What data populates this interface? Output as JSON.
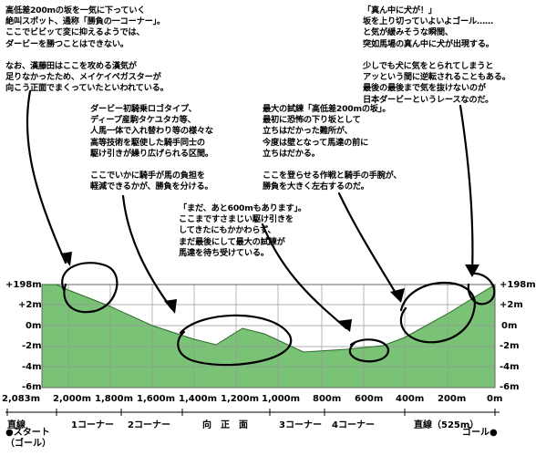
{
  "notes": [
    "高低差200mの坂を一気に下っていく\n絶叫スポット、通称「勝負の一コーナー」。\nここでビビッて変に抑えるようでは、\nダービーを勝つことはできない。\n\nなお、漢藤田はここを攻める漢気が\n足りなかったため、メイケイペガスターが\n向こう正面でまくっていたといわれている。",
    "「真ん中に犬が！」\n坂を上り切っていよいよゴール……\nと気が緩みそうな瞬間、\n突如馬場の真ん中に犬が出現する。\n\n少しでも犬に気をとられてしまうと\nアッという間に逆転されることもある。\n最後の最後まで気を抜けないのが\n日本ダービーというレースなのだ。",
    "ダービー初騎乗ロゴタイプ、\nディープ産駒タケユタカ等、\n人馬一体で入れ替わり等の様々な\n高等技術を駆使した騎手同士の\n駆け引きが繰り広げられる区間。\n\nここでいかに騎手が馬の負担を\n軽減できるかが、勝負を分ける。",
    "最大の試練「高低差200mの坂」。\n最初に恐怖の下り坂として\n立ちはだかった難所が、\n今度は壁となって馬達の前に\n立ちはだかる。\n\nここを登らせる作戦と騎手の手腕が、\n勝負を大きく左右するのだ。",
    "「まだ、あと600mもあります」。\nここまですさまじい駆け引きを\nしてきたにもかかわらず、\nまだ最後にして最大の試練が\n馬達を待ち受けている。"
  ],
  "y_left": [
    "+198m",
    "+2m",
    "0m",
    "-2m",
    "-4m",
    "-6m"
  ],
  "y_right": [
    "+198m",
    "+2m",
    "0m",
    "-2m",
    "-4m",
    "-6m"
  ],
  "x_labels": [
    "2,083m",
    "2,000m",
    "1,800m",
    "1,600m",
    "1,400m",
    "1,200m",
    "1,000m",
    "800m",
    "600m",
    "400m",
    "200m",
    "0m"
  ],
  "sections": [
    "直線",
    "1コーナー",
    "2コーナー",
    "向　正　面",
    "3コーナー",
    "4コーナー",
    "直線（525m）"
  ],
  "start_label": "●スタート\n（ゴール）",
  "goal_label": "ゴール●",
  "colors": {
    "course_fill": "#7ac276",
    "grid": "#999999",
    "ink": "#000000"
  }
}
